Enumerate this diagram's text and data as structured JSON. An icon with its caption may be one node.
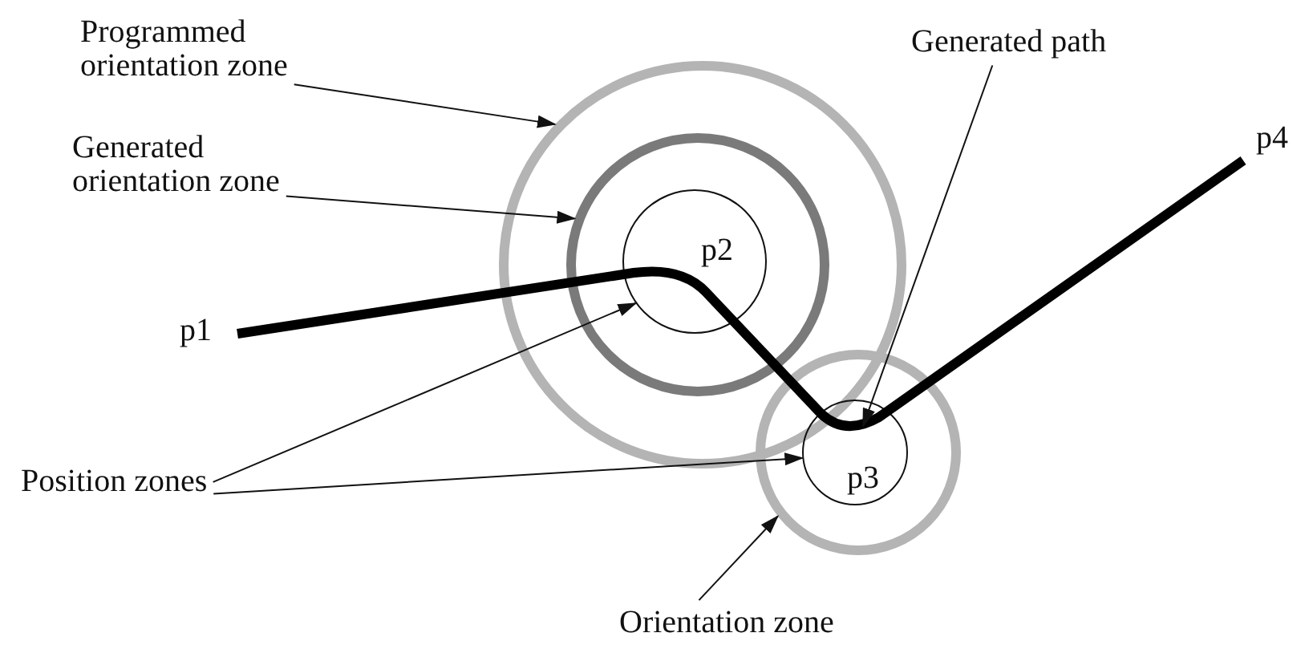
{
  "diagram": {
    "nodes": [
      {
        "text": [
          "Programmed orientation zone"
        ]
      },
      {
        "text": [
          "Generated orientation zone"
        ]
      },
      {
        "text": [
          "Generated path"
        ]
      },
      {
        "text": [
          "Position zones"
        ]
      },
      {
        "text": [
          "Orientation zone"
        ]
      },
      {
        "text": [],
        "shape": "circle"
      },
      {
        "text": [],
        "shape": "circle",
        "in": 5
      },
      {
        "text": [],
        "shape": "circle",
        "in": 6
      },
      {
        "text": [],
        "shape": "circle"
      },
      {
        "text": [],
        "shape": "circle",
        "in": 8
      },
      {
        "text": [],
        "shape": "line"
      }
    ],
    "edges": [
      {
        "from": 0,
        "to": 5,
        "arrow": "to"
      },
      {
        "from": 1,
        "to": 6,
        "arrow": "to"
      },
      {
        "from": 2,
        "to": 10,
        "arrow": "to"
      },
      {
        "from": 3,
        "to": 7,
        "arrow": "to"
      },
      {
        "from": 3,
        "to": 9,
        "arrow": "to"
      },
      {
        "from": 4,
        "to": 8,
        "arrow": "to"
      }
    ],
    "labels": [
      "p4",
      "p2",
      "p1",
      "p3"
    ]
  }
}
